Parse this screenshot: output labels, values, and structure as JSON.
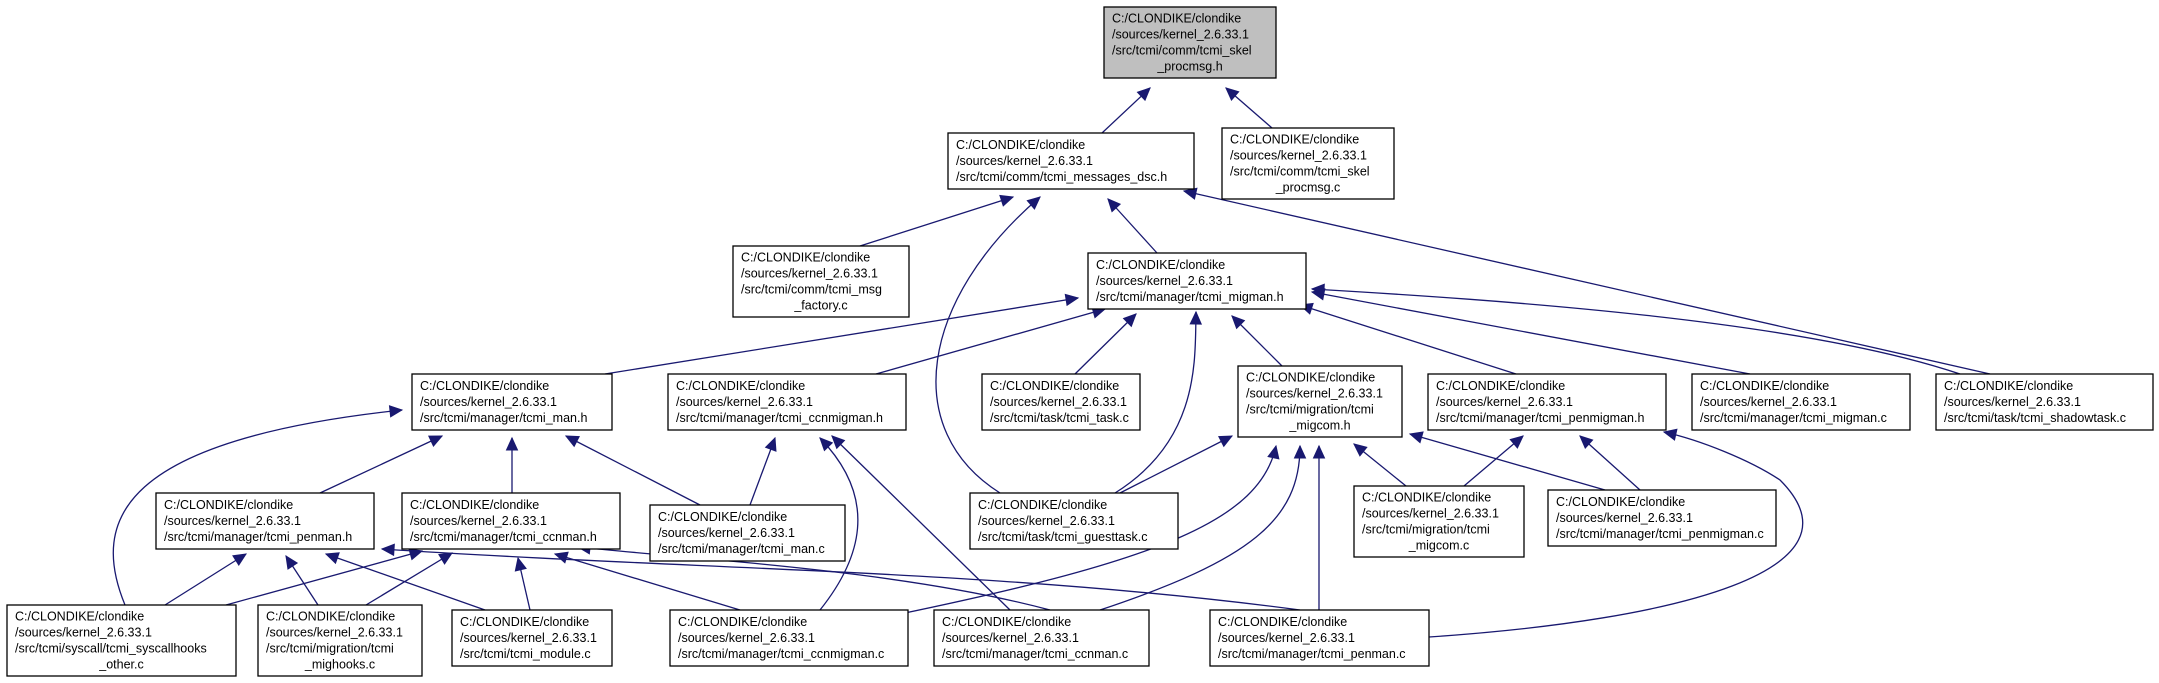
{
  "graph": {
    "colors": {
      "edge": "#191970",
      "node_fill": "#ffffff",
      "node_fill_highlight": "#bfbfbf",
      "node_border": "#000000"
    },
    "nodes": [
      {
        "id": "skel_procmsg_h",
        "highlighted": true,
        "lines": [
          "C:/CLONDIKE/clondike",
          "/sources/kernel_2.6.33.1",
          "/src/tcmi/comm/tcmi_skel",
          "_procmsg.h"
        ]
      },
      {
        "id": "messages_dsc_h",
        "lines": [
          "C:/CLONDIKE/clondike",
          "/sources/kernel_2.6.33.1",
          "/src/tcmi/comm/tcmi_messages_dsc.h"
        ]
      },
      {
        "id": "skel_procmsg_c",
        "lines": [
          "C:/CLONDIKE/clondike",
          "/sources/kernel_2.6.33.1",
          "/src/tcmi/comm/tcmi_skel",
          "_procmsg.c"
        ]
      },
      {
        "id": "msg_factory_c",
        "lines": [
          "C:/CLONDIKE/clondike",
          "/sources/kernel_2.6.33.1",
          "/src/tcmi/comm/tcmi_msg",
          "_factory.c"
        ]
      },
      {
        "id": "migman_h",
        "lines": [
          "C:/CLONDIKE/clondike",
          "/sources/kernel_2.6.33.1",
          "/src/tcmi/manager/tcmi_migman.h"
        ]
      },
      {
        "id": "man_h",
        "lines": [
          "C:/CLONDIKE/clondike",
          "/sources/kernel_2.6.33.1",
          "/src/tcmi/manager/tcmi_man.h"
        ]
      },
      {
        "id": "ccnmigman_h",
        "lines": [
          "C:/CLONDIKE/clondike",
          "/sources/kernel_2.6.33.1",
          "/src/tcmi/manager/tcmi_ccnmigman.h"
        ]
      },
      {
        "id": "task_c",
        "lines": [
          "C:/CLONDIKE/clondike",
          "/sources/kernel_2.6.33.1",
          "/src/tcmi/task/tcmi_task.c"
        ]
      },
      {
        "id": "migcom_h",
        "lines": [
          "C:/CLONDIKE/clondike",
          "/sources/kernel_2.6.33.1",
          "/src/tcmi/migration/tcmi",
          "_migcom.h"
        ]
      },
      {
        "id": "penmigman_h",
        "lines": [
          "C:/CLONDIKE/clondike",
          "/sources/kernel_2.6.33.1",
          "/src/tcmi/manager/tcmi_penmigman.h"
        ]
      },
      {
        "id": "migman_c",
        "lines": [
          "C:/CLONDIKE/clondike",
          "/sources/kernel_2.6.33.1",
          "/src/tcmi/manager/tcmi_migman.c"
        ]
      },
      {
        "id": "shadowtask_c",
        "lines": [
          "C:/CLONDIKE/clondike",
          "/sources/kernel_2.6.33.1",
          "/src/tcmi/task/tcmi_shadowtask.c"
        ]
      },
      {
        "id": "penman_h",
        "lines": [
          "C:/CLONDIKE/clondike",
          "/sources/kernel_2.6.33.1",
          "/src/tcmi/manager/tcmi_penman.h"
        ]
      },
      {
        "id": "ccnman_h",
        "lines": [
          "C:/CLONDIKE/clondike",
          "/sources/kernel_2.6.33.1",
          "/src/tcmi/manager/tcmi_ccnman.h"
        ]
      },
      {
        "id": "man_c",
        "lines": [
          "C:/CLONDIKE/clondike",
          "/sources/kernel_2.6.33.1",
          "/src/tcmi/manager/tcmi_man.c"
        ]
      },
      {
        "id": "guesttask_c",
        "lines": [
          "C:/CLONDIKE/clondike",
          "/sources/kernel_2.6.33.1",
          "/src/tcmi/task/tcmi_guesttask.c"
        ]
      },
      {
        "id": "migcom_c",
        "lines": [
          "C:/CLONDIKE/clondike",
          "/sources/kernel_2.6.33.1",
          "/src/tcmi/migration/tcmi",
          "_migcom.c"
        ]
      },
      {
        "id": "penmigman_c",
        "lines": [
          "C:/CLONDIKE/clondike",
          "/sources/kernel_2.6.33.1",
          "/src/tcmi/manager/tcmi_penmigman.c"
        ]
      },
      {
        "id": "syscallhooks_other_c",
        "lines": [
          "C:/CLONDIKE/clondike",
          "/sources/kernel_2.6.33.1",
          "/src/tcmi/syscall/tcmi_syscallhooks",
          "_other.c"
        ]
      },
      {
        "id": "mighooks_c",
        "lines": [
          "C:/CLONDIKE/clondike",
          "/sources/kernel_2.6.33.1",
          "/src/tcmi/migration/tcmi",
          "_mighooks.c"
        ]
      },
      {
        "id": "module_c",
        "lines": [
          "C:/CLONDIKE/clondike",
          "/sources/kernel_2.6.33.1",
          "/src/tcmi/tcmi_module.c"
        ]
      },
      {
        "id": "ccnmigman_c",
        "lines": [
          "C:/CLONDIKE/clondike",
          "/sources/kernel_2.6.33.1",
          "/src/tcmi/manager/tcmi_ccnmigman.c"
        ]
      },
      {
        "id": "ccnman_c",
        "lines": [
          "C:/CLONDIKE/clondike",
          "/sources/kernel_2.6.33.1",
          "/src/tcmi/manager/tcmi_ccnman.c"
        ]
      },
      {
        "id": "penman_c",
        "lines": [
          "C:/CLONDIKE/clondike",
          "/sources/kernel_2.6.33.1",
          "/src/tcmi/manager/tcmi_penman.c"
        ]
      }
    ],
    "edges": [
      {
        "from": "messages_dsc_h",
        "to": "skel_procmsg_h"
      },
      {
        "from": "skel_procmsg_c",
        "to": "skel_procmsg_h"
      },
      {
        "from": "msg_factory_c",
        "to": "messages_dsc_h"
      },
      {
        "from": "migman_h",
        "to": "messages_dsc_h"
      },
      {
        "from": "guesttask_c",
        "to": "messages_dsc_h"
      },
      {
        "from": "shadowtask_c",
        "to": "messages_dsc_h"
      },
      {
        "from": "man_h",
        "to": "migman_h"
      },
      {
        "from": "ccnmigman_h",
        "to": "migman_h"
      },
      {
        "from": "task_c",
        "to": "migman_h"
      },
      {
        "from": "guesttask_c",
        "to": "migman_h"
      },
      {
        "from": "migcom_h",
        "to": "migman_h"
      },
      {
        "from": "penmigman_h",
        "to": "migman_h"
      },
      {
        "from": "migman_c",
        "to": "migman_h"
      },
      {
        "from": "shadowtask_c",
        "to": "migman_h"
      },
      {
        "from": "penman_h",
        "to": "man_h"
      },
      {
        "from": "ccnman_h",
        "to": "man_h"
      },
      {
        "from": "man_c",
        "to": "man_h"
      },
      {
        "from": "syscallhooks_other_c",
        "to": "man_h"
      },
      {
        "from": "man_c",
        "to": "ccnmigman_h"
      },
      {
        "from": "ccnmigman_c",
        "to": "ccnmigman_h"
      },
      {
        "from": "ccnman_c",
        "to": "ccnmigman_h"
      },
      {
        "from": "guesttask_c",
        "to": "migcom_h"
      },
      {
        "from": "migcom_c",
        "to": "migcom_h"
      },
      {
        "from": "penmigman_c",
        "to": "migcom_h"
      },
      {
        "from": "ccnmigman_c",
        "to": "migcom_h"
      },
      {
        "from": "ccnman_c",
        "to": "migcom_h"
      },
      {
        "from": "penman_c",
        "to": "migcom_h"
      },
      {
        "from": "migcom_c",
        "to": "penmigman_h"
      },
      {
        "from": "penmigman_c",
        "to": "penmigman_h"
      },
      {
        "from": "penman_c",
        "to": "penmigman_h"
      },
      {
        "from": "syscallhooks_other_c",
        "to": "penman_h"
      },
      {
        "from": "mighooks_c",
        "to": "penman_h"
      },
      {
        "from": "module_c",
        "to": "penman_h"
      },
      {
        "from": "penman_c",
        "to": "penman_h"
      },
      {
        "from": "syscallhooks_other_c",
        "to": "ccnman_h"
      },
      {
        "from": "mighooks_c",
        "to": "ccnman_h"
      },
      {
        "from": "module_c",
        "to": "ccnman_h"
      },
      {
        "from": "ccnmigman_c",
        "to": "ccnman_h"
      },
      {
        "from": "ccnman_c",
        "to": "ccnman_h"
      }
    ]
  }
}
